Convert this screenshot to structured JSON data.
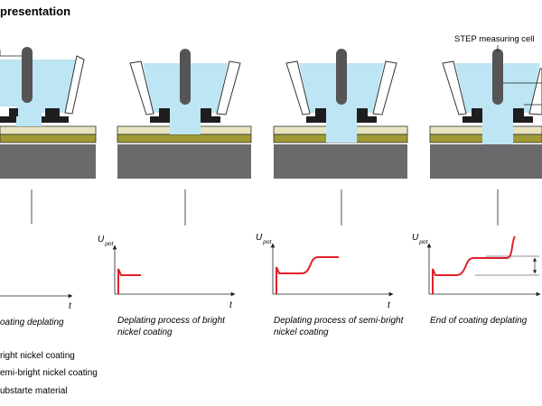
{
  "title": "presentation",
  "cell_label": "STEP measuring cell",
  "axis": {
    "y_main": "U",
    "y_sub": "pot",
    "x": "t"
  },
  "captions": [
    {
      "line1": "oating deplating",
      "line2": ""
    },
    {
      "line1": "Deplating process of bright",
      "line2": "nickel coating"
    },
    {
      "line1": "Deplating process of semi-bright",
      "line2": "nickel coating"
    },
    {
      "line1": "End of coating deplating",
      "line2": ""
    }
  ],
  "legend": [
    "right nickel coating",
    "emi-bright nickel coating",
    "ubstarte material"
  ],
  "colors": {
    "electrolyte": "#bde5f4",
    "gasket": "#1e1e1e",
    "bright_layer": "#e7e4bf",
    "semi_bright_layer": "#a09a35",
    "substrate": "#6a6a6c",
    "curve": "#e0202a"
  }
}
